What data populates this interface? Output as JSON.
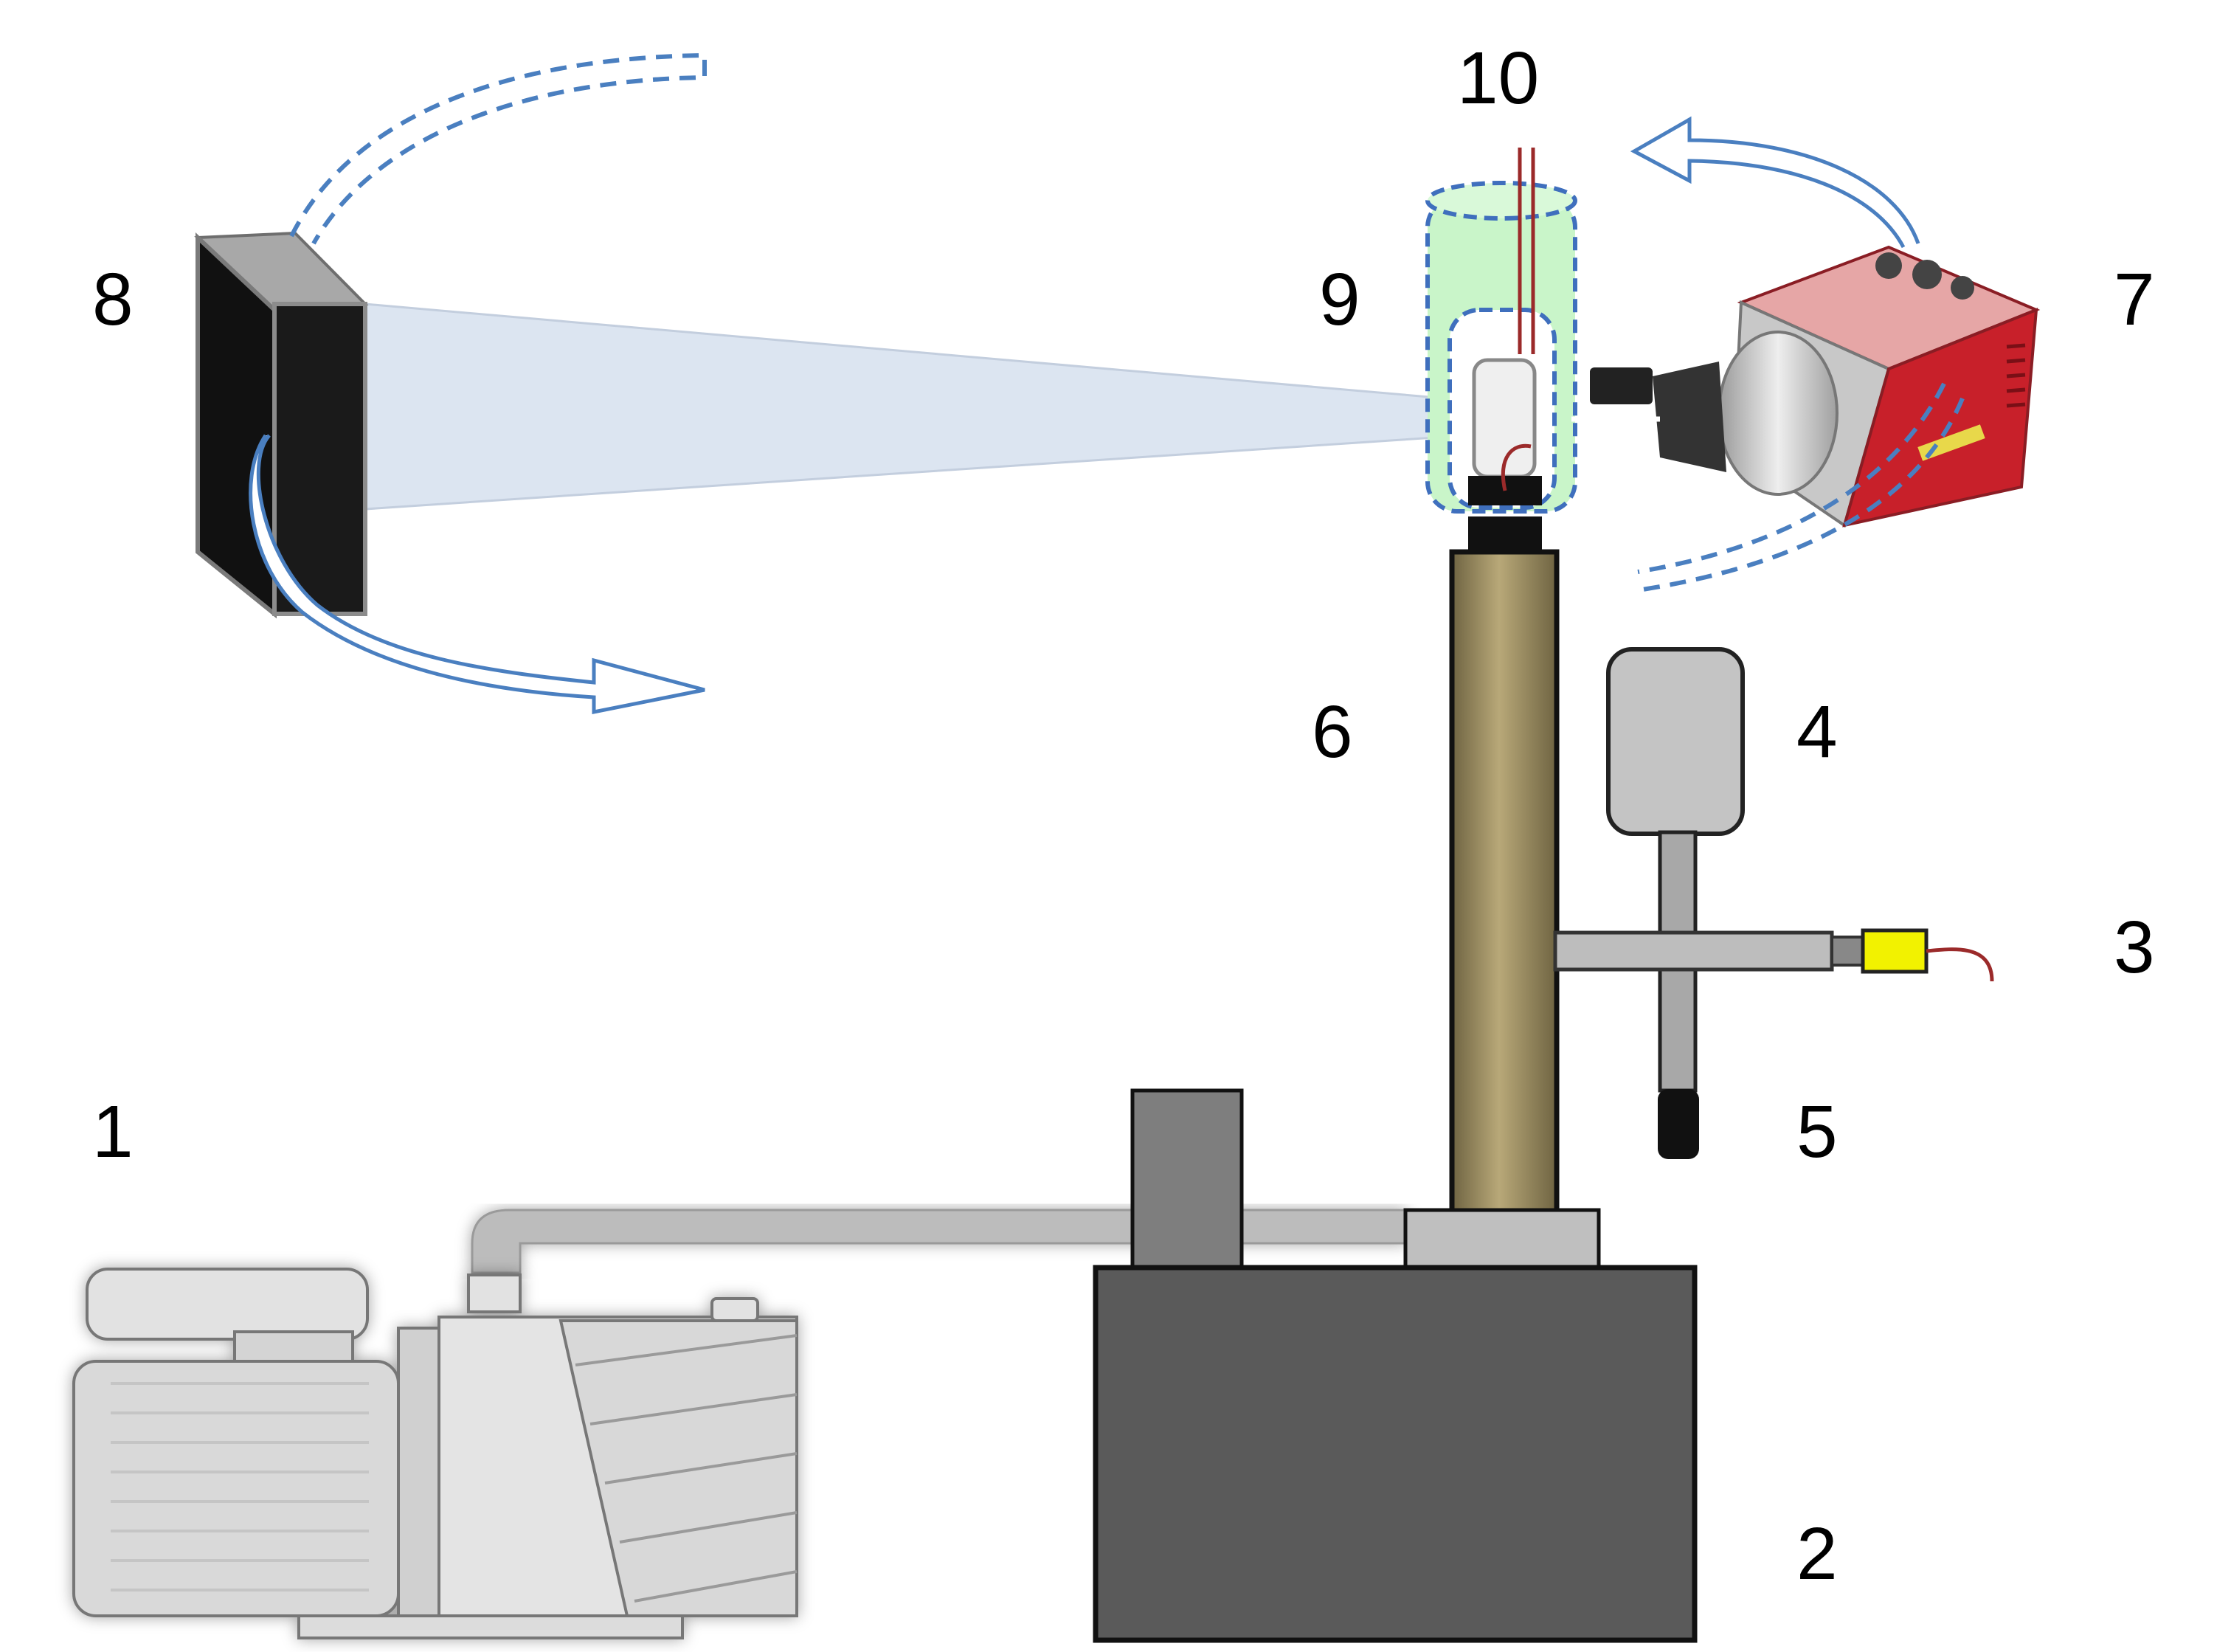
{
  "labels": {
    "n1": "1",
    "n2": "2",
    "n3": "3",
    "n4": "4",
    "n5": "5",
    "n6": "6",
    "n7": "7",
    "n8": "8",
    "n9": "9",
    "n10": "10"
  },
  "colors": {
    "beam": "#dce5f1",
    "arrow_blue": "#4a7fc0",
    "column": "#b4a474",
    "dark_box": "#5a5a5a",
    "mid_gray": "#7e7e7e",
    "light_gray": "#c8c8c8",
    "pipe_gray": "#bdbdbd",
    "enclosure_green": "#c9f5c9",
    "dashed_blue": "#3f6fbd",
    "wire_red": "#9b2a2a",
    "connector_yellow": "#f2f200",
    "source_red": "#c8202a",
    "detector_black": "#141414",
    "detector_frame": "#8c8c8c"
  }
}
